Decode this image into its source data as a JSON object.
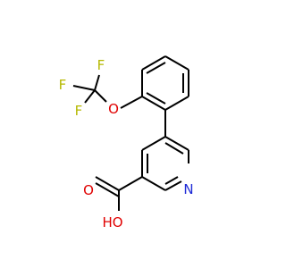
{
  "molecule": {
    "atoms": {
      "f_top": {
        "symbol": "F",
        "color": "#b5b800"
      },
      "f_left": {
        "symbol": "F",
        "color": "#b5b800"
      },
      "f_bottom": {
        "symbol": "F",
        "color": "#b5b800"
      },
      "o_ether": {
        "symbol": "O",
        "color": "#e00000"
      },
      "n_ring": {
        "symbol": "N",
        "color": "#1f2bd6"
      },
      "o_carbonyl": {
        "symbol": "O",
        "color": "#e00000"
      },
      "oh_group": {
        "symbol": "HO",
        "color": "#e00000"
      }
    },
    "bond_color": "#000000",
    "background": "#ffffff"
  }
}
